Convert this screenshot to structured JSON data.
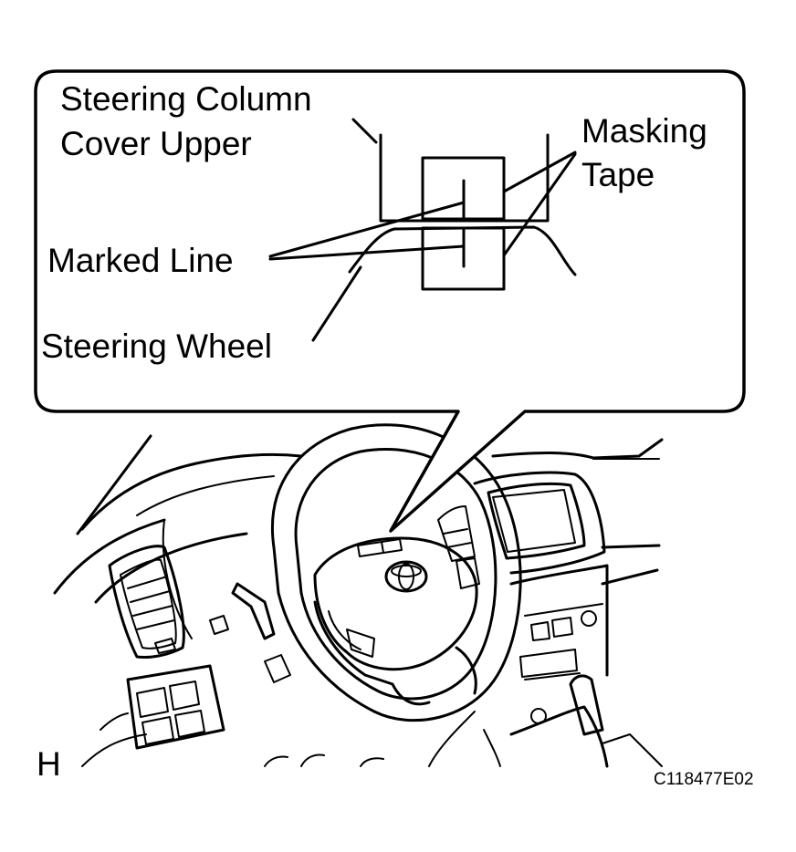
{
  "callout": {
    "steering_column_cover_upper": [
      "Steering Column",
      "Cover Upper"
    ],
    "masking_tape": [
      "Masking",
      "Tape"
    ],
    "marked_line": "Marked Line",
    "steering_wheel": "Steering Wheel"
  },
  "view_label": "H",
  "figure_code": "C118477E02",
  "logo": "Toyota"
}
